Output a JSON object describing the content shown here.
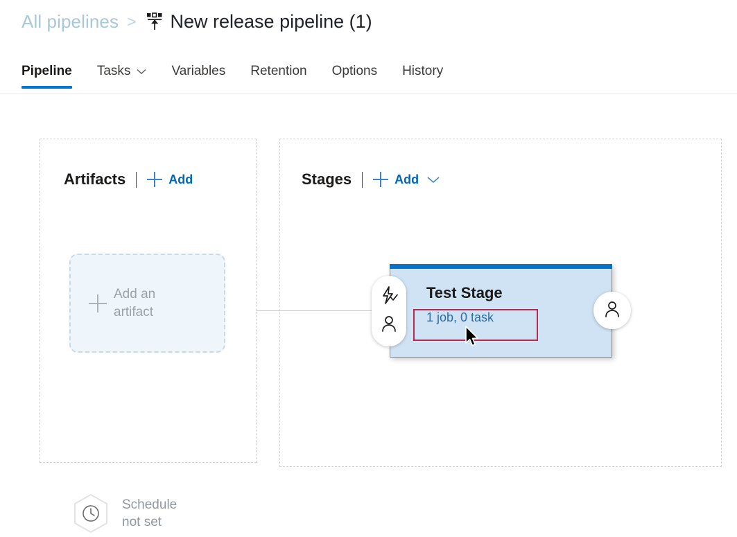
{
  "breadcrumb": {
    "parent_label": "All pipelines",
    "separator": ">",
    "icon": "release-pipeline-icon",
    "current_label": "New release pipeline (1)"
  },
  "tabs": [
    {
      "label": "Pipeline",
      "active": true,
      "has_chevron": false
    },
    {
      "label": "Tasks",
      "active": false,
      "has_chevron": true
    },
    {
      "label": "Variables",
      "active": false,
      "has_chevron": false
    },
    {
      "label": "Retention",
      "active": false,
      "has_chevron": false
    },
    {
      "label": "Options",
      "active": false,
      "has_chevron": false
    },
    {
      "label": "History",
      "active": false,
      "has_chevron": false
    }
  ],
  "artifacts": {
    "title": "Artifacts",
    "add_label": "Add",
    "add_icon": "plus-icon",
    "placeholder": {
      "line1": "Add an",
      "line2": "artifact",
      "icon": "plus-icon"
    },
    "schedule": {
      "icon": "clock-icon",
      "line1": "Schedule",
      "line2": "not set"
    }
  },
  "stages": {
    "title": "Stages",
    "add_label": "Add",
    "add_icon": "plus-icon",
    "add_chevron_icon": "chevron-down-icon",
    "stage": {
      "name": "Test Stage",
      "jobs_summary": "1 job, 0 task",
      "pre_deployment": {
        "trigger_icon": "lightning-check-icon",
        "approval_icon": "person-icon"
      },
      "post_deployment": {
        "approval_icon": "person-icon"
      }
    }
  },
  "colors": {
    "accent_blue": "#0078d4",
    "link_blue": "#0067b8",
    "stage_header_blue": "#0a72c4",
    "stage_body_blue": "#cfe3f5",
    "annotation_red": "#b5294b",
    "muted_gray": "#9aa3ab"
  }
}
